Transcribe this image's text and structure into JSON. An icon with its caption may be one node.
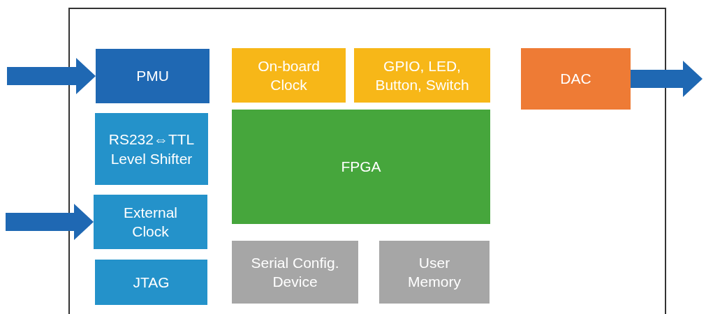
{
  "diagram": {
    "nodes": [
      {
        "text": [],
        "shape": "box"
      },
      {
        "text": [
          "PMU"
        ],
        "in": 0
      },
      {
        "text": [
          "RS232⇔TTL Level Shifter"
        ],
        "in": 0
      },
      {
        "text": [
          "External Clock"
        ],
        "in": 0
      },
      {
        "text": [
          "JTAG"
        ],
        "in": 0
      },
      {
        "text": [
          "On-board Clock"
        ],
        "in": 0
      },
      {
        "text": [
          "GPIO, LED, Button, Switch"
        ],
        "in": 0
      },
      {
        "text": [
          "FPGA"
        ],
        "in": 0
      },
      {
        "text": [
          "Serial Config. Device"
        ],
        "in": 0
      },
      {
        "text": [
          "User Memory"
        ],
        "in": 0
      },
      {
        "text": [
          "DAC"
        ],
        "in": 0
      }
    ],
    "edges": [
      {
        "from": null,
        "to": 1,
        "arrow": "to"
      },
      {
        "from": null,
        "to": 3,
        "arrow": "to"
      },
      {
        "from": 10,
        "to": null,
        "arrow": "to"
      }
    ]
  }
}
